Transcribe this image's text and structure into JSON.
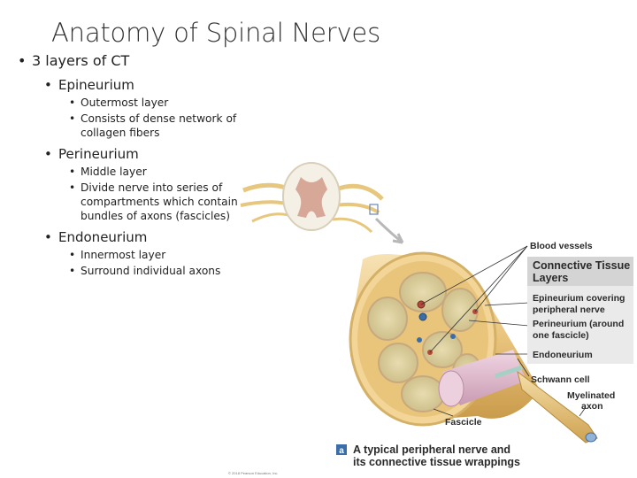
{
  "title": "Anatomy of Spinal Nerves",
  "outline": {
    "top": "3 layers of CT",
    "epineurium": {
      "label": "Epineurium",
      "points": [
        "Outermost layer",
        "Consists of dense network of collagen fibers"
      ]
    },
    "perineurium": {
      "label": "Perineurium",
      "points": [
        "Middle layer",
        "Divide nerve into series of compartments which contain bundles of axons (fascicles)"
      ]
    },
    "endoneurium": {
      "label": "Endoneurium",
      "points": [
        "Innermost layer",
        "Surround individual axons"
      ]
    }
  },
  "figure": {
    "blood_vessels": "Blood vessels",
    "ct_header_1": "Connective Tissue",
    "ct_header_2": "Layers",
    "epi_1": "Epineurium covering",
    "epi_2": "peripheral nerve",
    "peri_1": "Perineurium (around",
    "peri_2": "one fascicle)",
    "endo": "Endoneurium",
    "schwann": "Schwann cell",
    "myel_1": "Myelinated",
    "myel_2": "axon",
    "fascicle": "Fascicle",
    "panel_letter": "a",
    "caption_1": "A typical peripheral nerve and",
    "caption_2": "its connective tissue wrappings",
    "copyright": "© 2018 Pearson Education, Inc."
  }
}
